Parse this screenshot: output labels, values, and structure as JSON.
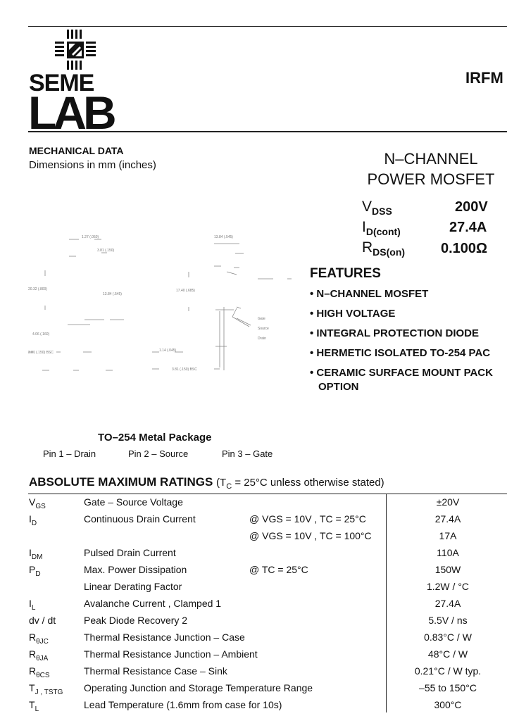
{
  "logo": {
    "line1": "SEME",
    "line2": "LAB"
  },
  "part_number": "IRFM",
  "mechanical": {
    "title": "MECHANICAL DATA",
    "subtitle": "Dimensions in mm (inches)"
  },
  "product": {
    "line1": "N–CHANNEL",
    "line2": "POWER MOSFET"
  },
  "specs": [
    {
      "sym": "V",
      "sub": "DSS",
      "value": "200V"
    },
    {
      "sym": "I",
      "sub": "D(cont)",
      "value": "27.4A"
    },
    {
      "sym": "R",
      "sub": "DS(on)",
      "value": "0.100Ω"
    }
  ],
  "features": {
    "title": "FEATURES",
    "items": [
      "• N–CHANNEL MOSFET",
      "• HIGH VOLTAGE",
      "•  INTEGRAL PROTECTION DIODE",
      "• HERMETIC ISOLATED TO-254 PAC",
      "• CERAMIC SURFACE MOUNT PACK",
      "OPTION"
    ]
  },
  "package": {
    "title": "TO–254 Metal Package",
    "pins": [
      "Pin 1 – Drain",
      "Pin 2 – Source",
      "Pin 3 – Gate"
    ],
    "drawing_labels": {
      "gate": "Gate",
      "source": "Source",
      "drain": "Drain",
      "d1": "1.27 (.050)",
      "d2": "13.84 (.545)",
      "d3": "3.81 (.150)",
      "d4": "20.32 (.800)",
      "d5": "13.84 (.545)",
      "d6": "17.40 (.685)",
      "d7": "4.06 (.160)",
      "d8": "3.81 (.150) BSC",
      "d9": "1.14 (.045)",
      "d10": "3.81 (.150) BSC"
    }
  },
  "ratings": {
    "title": "ABSOLUTE MAXIMUM RATINGS",
    "cond_pre": "(T",
    "cond_sub": "C",
    "cond_post": " = 25°C unless otherwise stated)",
    "rows": [
      {
        "sym": "V",
        "sub": "GS",
        "desc": "Gate – Source Voltage",
        "cond": "",
        "value": "±20V"
      },
      {
        "sym": "I",
        "sub": "D",
        "desc": "Continuous Drain Current",
        "cond": "@ VGS = 10V , TC = 25°C",
        "value": "27.4A"
      },
      {
        "sym": "",
        "sub": "",
        "desc": "",
        "cond": "@ VGS = 10V , TC = 100°C",
        "value": "17A"
      },
      {
        "sym": "I",
        "sub": "DM",
        "desc": "Pulsed Drain Current",
        "cond": "",
        "value": "110A"
      },
      {
        "sym": "P",
        "sub": "D",
        "desc": "Max. Power Dissipation",
        "cond": "@ TC = 25°C",
        "value": "150W"
      },
      {
        "sym": "",
        "sub": "",
        "desc": "Linear Derating Factor",
        "cond": "",
        "value": "1.2W / °C"
      },
      {
        "sym": "I",
        "sub": "L",
        "desc": "Avalanche Current , Clamped 1",
        "cond": "",
        "value": "27.4A"
      },
      {
        "sym": "dv / dt",
        "sub": "",
        "desc": "Peak Diode Recovery 2",
        "cond": "",
        "value": "5.5V / ns"
      },
      {
        "sym": "R",
        "sub": "θJC",
        "desc": "Thermal Resistance Junction – Case",
        "cond": "",
        "value": "0.83°C / W"
      },
      {
        "sym": "R",
        "sub": "θJA",
        "desc": "Thermal Resistance Junction – Ambient",
        "cond": "",
        "value": "48°C / W"
      },
      {
        "sym": "R",
        "sub": "θCS",
        "desc": "Thermal Resistance Case – Sink",
        "cond": "",
        "value": "0.21°C / W typ."
      },
      {
        "sym": "T",
        "sub": "J , TSTG",
        "desc": "Operating Junction and Storage Temperature Range",
        "cond": "",
        "value": "–55 to 150°C"
      },
      {
        "sym": "T",
        "sub": "L",
        "desc": "Lead Temperature (1.6mm from case for 10s)",
        "cond": "",
        "value": "300°C"
      }
    ]
  }
}
